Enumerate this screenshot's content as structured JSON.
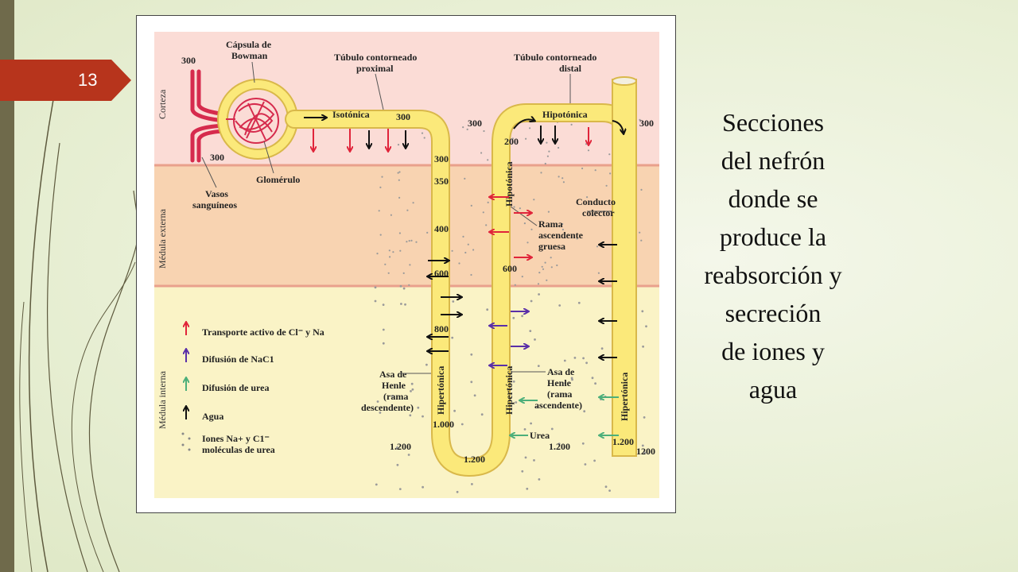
{
  "slide": {
    "page_number": "13",
    "caption_lines": [
      "Secciones",
      "del nefrón",
      "donde se",
      "produce la",
      "reabsorción y",
      "secreción",
      "de iones y",
      "agua"
    ]
  },
  "zones": {
    "cortex": "Corteza",
    "outer_medulla": "Médula externa",
    "inner_medulla": "Médula interna"
  },
  "structures": {
    "bowman": [
      "Cápsula de",
      "Bowman"
    ],
    "pct": [
      "Túbulo contorneado",
      "proximal"
    ],
    "dct": [
      "Túbulo contorneado",
      "distal"
    ],
    "glomerulo": "Glomérulo",
    "vasos": [
      "Vasos",
      "sanguíneos"
    ],
    "conducto": [
      "Conducto",
      "colector"
    ],
    "rama_gruesa": [
      "Rama",
      "ascendente",
      "gruesa"
    ],
    "asa_desc": [
      "Asa de",
      "Henle",
      "(rama",
      "descendente)"
    ],
    "asa_asc": [
      "Asa de",
      "Henle",
      "(rama",
      "ascendente)"
    ],
    "urea": "Urea"
  },
  "tonicity": {
    "isotonica": "Isotónica",
    "hipotonica_top": "Hipotónica",
    "hipotonica_side": "Hipotónica",
    "hipertonica_1": "Hipertónica",
    "hipertonica_2": "Hipertónica",
    "hipertonica_3": "Hipertónica"
  },
  "osmolarity": {
    "v300_vessel_top": "300",
    "v300_vessel_bottom": "300",
    "v300_pct": "300",
    "v300_mid": "300",
    "v300_right": "300",
    "v300_desc": "300",
    "v350": "350",
    "v400": "400",
    "v600_desc": "600",
    "v800": "800",
    "v1000": "1.000",
    "v1200_left": "1.200",
    "v1200_bottom": "1.200",
    "v1200_mid": "1.200",
    "v1200_duct": "1.200",
    "v1200_right": "1200",
    "v200": "200",
    "v600_asc": "600"
  },
  "legend": {
    "items": [
      {
        "label": "Transporte activo de Cl⁻ y Na",
        "color": "#e0243a"
      },
      {
        "label": "Difusión de NaC1",
        "color": "#5a2fa8"
      },
      {
        "label": "Difusión de urea",
        "color": "#4caf7a"
      },
      {
        "label": "Agua",
        "color": "#111111"
      }
    ],
    "ions_lines": [
      "Iones Na+ y C1⁻",
      "moléculas de urea"
    ]
  },
  "colors": {
    "accent_tab": "#b7341c",
    "tubule": "#fbe97a",
    "tubule_border": "#d9b84a",
    "cortex_bg": "#fbdcd6",
    "outer_medulla_bg": "#f8d3b1",
    "inner_medulla_bg": "#faf3c6",
    "vessel": "#d62b4d"
  }
}
